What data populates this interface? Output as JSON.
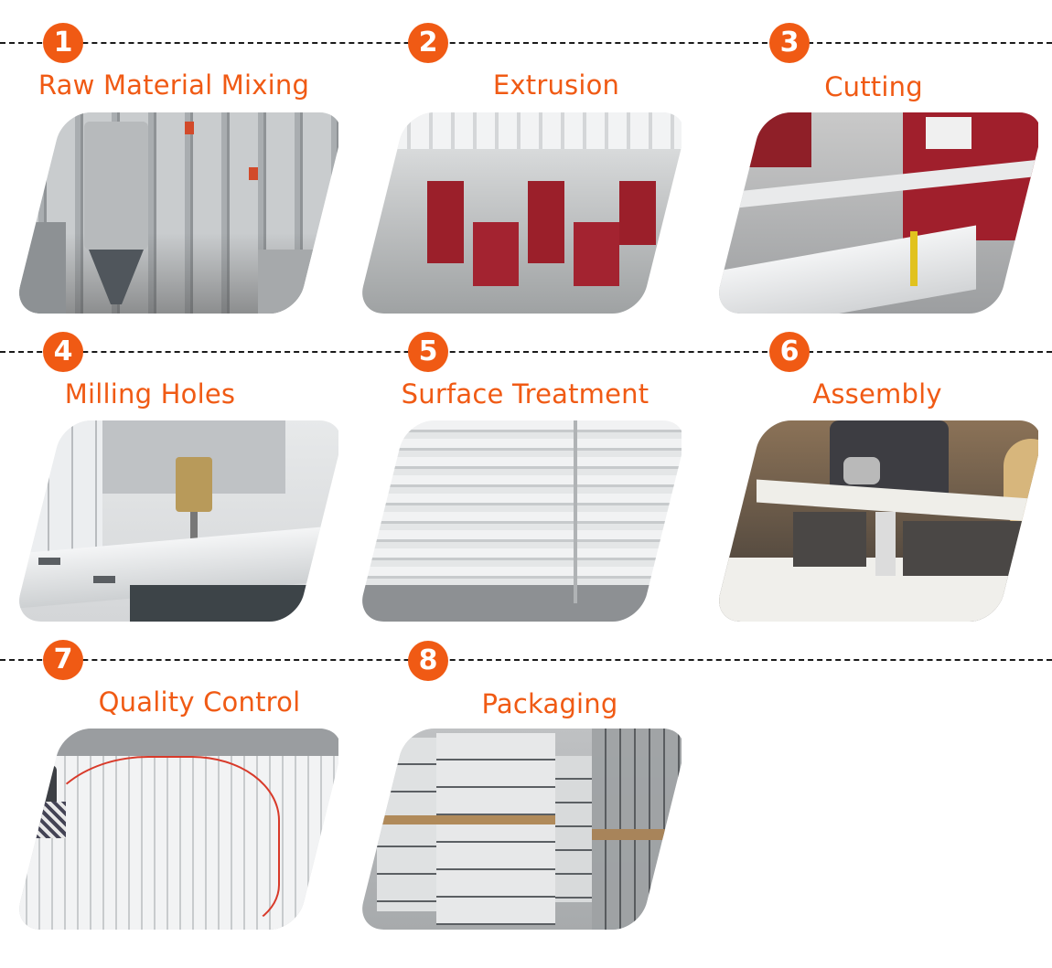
{
  "theme": {
    "accent": "#f05a14",
    "rule_color": "#1a1a1a",
    "background": "#ffffff"
  },
  "steps": [
    {
      "number": "1",
      "title": "Raw Material Mixing",
      "photo": "Factory mixing silos with steel frames and pipes"
    },
    {
      "number": "2",
      "title": "Extrusion",
      "photo": "Red extrusion machines in factory hall"
    },
    {
      "number": "3",
      "title": "Cutting",
      "photo": "Cutting machine with white profiles on conveyor"
    },
    {
      "number": "4",
      "title": "Milling Holes",
      "photo": "CNC spindle milling holes in white profiles"
    },
    {
      "number": "5",
      "title": "Surface Treatment",
      "photo": "Stacks of white treated profiles"
    },
    {
      "number": "6",
      "title": "Assembly",
      "photo": "Worker in gloves assembling white frame"
    },
    {
      "number": "7",
      "title": "Quality Control",
      "photo": "Worker inspecting profile stacks with red hose"
    },
    {
      "number": "8",
      "title": "Packaging",
      "photo": "Wrapped pallets of profiles in warehouse"
    }
  ]
}
